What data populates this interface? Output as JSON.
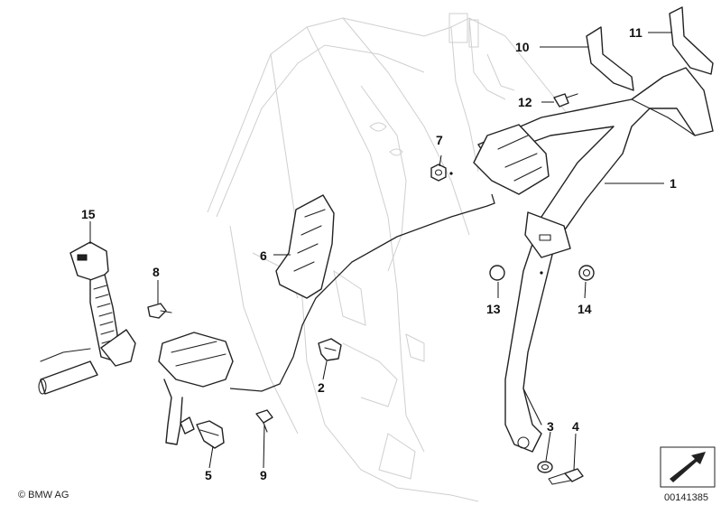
{
  "diagram": {
    "callouts": [
      {
        "id": "1",
        "label": "1"
      },
      {
        "id": "2",
        "label": "2"
      },
      {
        "id": "3",
        "label": "3"
      },
      {
        "id": "4",
        "label": "4"
      },
      {
        "id": "5",
        "label": "5"
      },
      {
        "id": "6",
        "label": "6"
      },
      {
        "id": "7",
        "label": "7"
      },
      {
        "id": "8",
        "label": "8"
      },
      {
        "id": "9",
        "label": "9"
      },
      {
        "id": "10",
        "label": "10"
      },
      {
        "id": "11",
        "label": "11"
      },
      {
        "id": "12",
        "label": "12"
      },
      {
        "id": "13",
        "label": "13"
      },
      {
        "id": "14",
        "label": "14"
      },
      {
        "id": "15",
        "label": "15"
      }
    ]
  },
  "footer": {
    "copyright": "© BMW AG",
    "image_number": "00141385"
  },
  "icons": {
    "direction_arrow": "direction-arrow-icon"
  }
}
